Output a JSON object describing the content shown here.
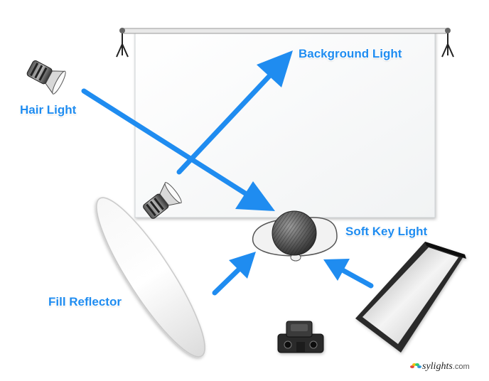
{
  "labels": {
    "background_light": "Background Light",
    "hair_light": "Hair Light",
    "soft_key_light": "Soft Key Light",
    "fill_reflector": "Fill Reflector"
  },
  "logo": {
    "text": "sylights",
    "suffix": ".com"
  },
  "colors": {
    "arrow": "#1f8cf0",
    "label": "#1f8cf0",
    "backdrop": "#ffffff",
    "softbox_dark": "#2a2a2a"
  },
  "icons": [
    "backdrop",
    "stand-icon",
    "spotlight-icon",
    "reflector-icon",
    "softbox-icon",
    "camera-icon",
    "subject-icon"
  ]
}
